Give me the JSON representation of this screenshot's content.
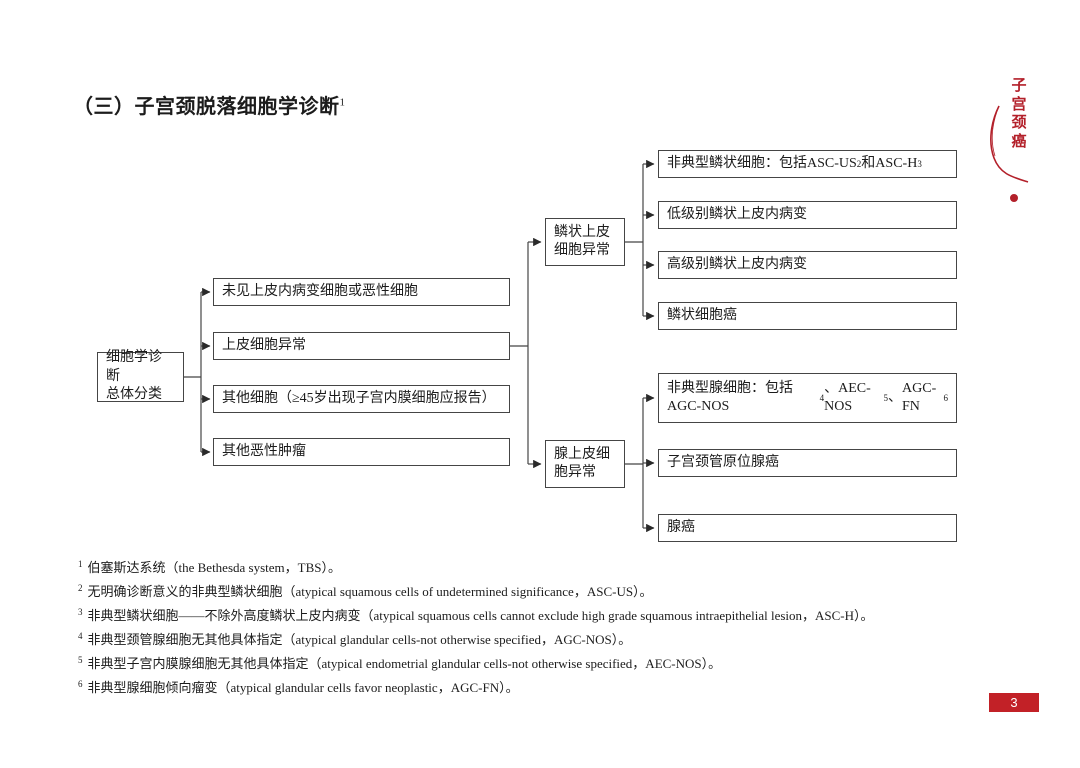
{
  "theme": {
    "accent": "#b3202a",
    "page_badge": "#c22127",
    "box_border": "#454545",
    "text": "#1c1c1c"
  },
  "page": {
    "title_segments": [
      {
        "text": "（三）子宫颈脱落细胞学诊断"
      },
      {
        "sup": "1"
      }
    ],
    "page_number": "3"
  },
  "sidebar": {
    "chars": [
      "子",
      "宫",
      "颈",
      "癌"
    ]
  },
  "flowchart": {
    "root": {
      "label": "细胞学诊断\n总体分类"
    },
    "level2": [
      {
        "label": "未见上皮内病变细胞或恶性细胞"
      },
      {
        "label": "上皮细胞异常"
      },
      {
        "label": "其他细胞（≥45岁出现子宫内膜细胞应报告）"
      },
      {
        "label": "其他恶性肿瘤"
      }
    ],
    "squamous": {
      "parent": {
        "label": "鳞状上皮\n细胞异常"
      },
      "children": [
        {
          "segments": [
            {
              "text": "非典型鳞状细胞：包括ASC-US"
            },
            {
              "sup": "2"
            },
            {
              "text": "和ASC-H"
            },
            {
              "sup": "3"
            }
          ]
        },
        {
          "label": "低级别鳞状上皮内病变"
        },
        {
          "label": "高级别鳞状上皮内病变"
        },
        {
          "label": "鳞状细胞癌"
        }
      ]
    },
    "glandular": {
      "parent": {
        "label": "腺上皮细\n胞异常"
      },
      "children": [
        {
          "segments": [
            {
              "text": "非典型腺细胞：包括 AGC-NOS"
            },
            {
              "sup": "4"
            },
            {
              "text": "、AEC-NOS"
            },
            {
              "sup": "5"
            },
            {
              "text": "、"
            },
            {
              "br": true
            },
            {
              "text": "AGC-FN"
            },
            {
              "sup": "6"
            }
          ]
        },
        {
          "label": "子宫颈管原位腺癌"
        },
        {
          "label": "腺癌"
        }
      ]
    }
  },
  "footnotes": [
    {
      "num": "1",
      "text": "伯塞斯达系统（the Bethesda system，TBS）。"
    },
    {
      "num": "2",
      "text": "无明确诊断意义的非典型鳞状细胞（atypical squamous cells of undetermined significance，ASC-US）。"
    },
    {
      "num": "3",
      "text": "非典型鳞状细胞——不除外高度鳞状上皮内病变（atypical squamous cells cannot exclude high grade squamous intraepithelial lesion，ASC-H）。"
    },
    {
      "num": "4",
      "text": "非典型颈管腺细胞无其他具体指定（atypical glandular cells-not otherwise specified，AGC-NOS）。"
    },
    {
      "num": "5",
      "text": "非典型子宫内膜腺细胞无其他具体指定（atypical endometrial glandular cells-not otherwise specified，AEC-NOS）。"
    },
    {
      "num": "6",
      "text": "非典型腺细胞倾向瘤变（atypical glandular cells favor neoplastic，AGC-FN）。"
    }
  ]
}
